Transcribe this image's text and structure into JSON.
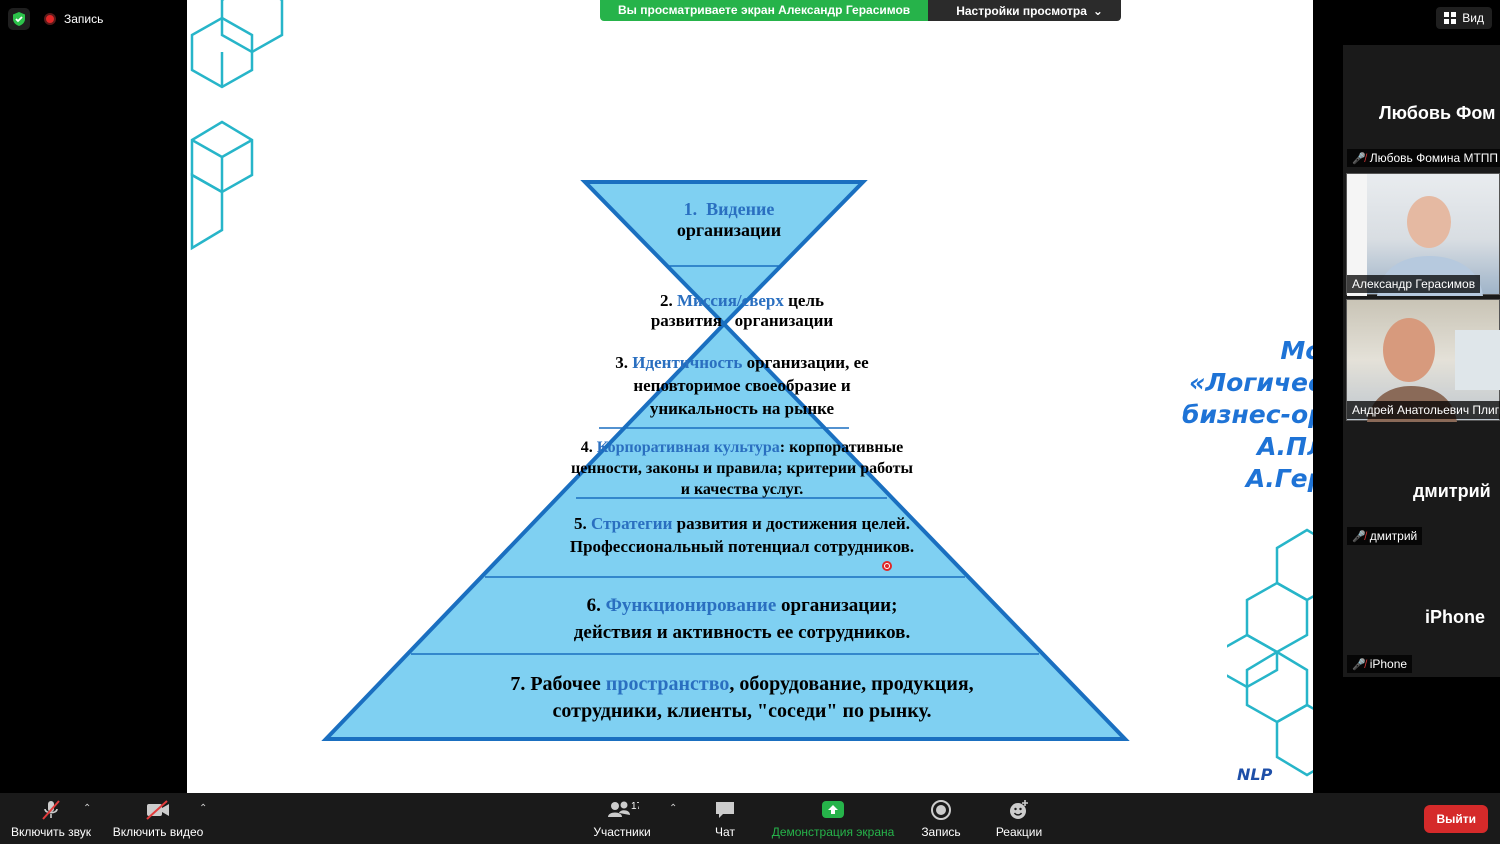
{
  "topbar": {
    "recording_label": "Запись",
    "view_label": "Вид"
  },
  "share_banner": {
    "viewing_text": "Вы просматриваете экран Александр Герасимов",
    "view_settings_label": "Настройки просмотра"
  },
  "slide": {
    "levels": [
      {
        "num": "1.",
        "highlight": "Видение",
        "rest": "организации"
      },
      {
        "num": "2.",
        "highlight": "Миссия/сверх",
        "rest1": "цель",
        "rest2": "развития   организации"
      },
      {
        "num": "3.",
        "highlight": "Идентичность",
        "rest1": "организации, ее",
        "rest2": "неповторимое своеобразие и",
        "rest3": "уникальность на рынке"
      },
      {
        "num": "4.",
        "highlight": "Корпоративная культура",
        "rest1": ": корпоративные",
        "rest2": "ценности, законы и правила; критерии работы",
        "rest3": "и качества услуг."
      },
      {
        "num": "5.",
        "highlight": "Стратегии",
        "rest1": "развития и достижения целей.",
        "rest2": "Профессиональный потенциал сотрудников."
      },
      {
        "num": "6.",
        "highlight": "Функционирование",
        "rest1": "организации;",
        "rest2": "действия и активность ее сотрудников."
      },
      {
        "num": "7.",
        "pre": "Рабочее",
        "highlight": "пространство",
        "rest1": ", оборудование, продукция,",
        "rest2": "сотрудники, клиенты, \"соседи\" по рынку."
      }
    ],
    "model_title": [
      "Модель",
      "«Логические уровни",
      "бизнес-организации»",
      "А.Плигин и",
      "А.Герасимов"
    ],
    "logo_text": "NLP"
  },
  "participants_panel": [
    {
      "big_name": "Любовь Фом",
      "name": "Любовь Фомина МТПП",
      "type": "name"
    },
    {
      "name": "Александр Герасимов",
      "type": "video"
    },
    {
      "name": "Андрей Анатольевич Плиги",
      "type": "video"
    },
    {
      "big_name": "дмитрий",
      "name": "дмитрий",
      "type": "name"
    },
    {
      "big_name": "iPhone",
      "name": "iPhone",
      "type": "name"
    }
  ],
  "toolbar": {
    "unmute": "Включить звук",
    "start_video": "Включить видео",
    "participants": "Участники",
    "participants_count": "17",
    "chat": "Чат",
    "share_screen": "Демонстрация экрана",
    "record": "Запись",
    "reactions": "Реакции",
    "leave": "Выйти"
  },
  "colors": {
    "accent_green": "#26b34a",
    "pyramid_fill": "#7fd0f2",
    "pyramid_stroke": "#1a6fc0",
    "highlight_text": "#2a6fc0",
    "leave_red": "#d52a2a"
  }
}
